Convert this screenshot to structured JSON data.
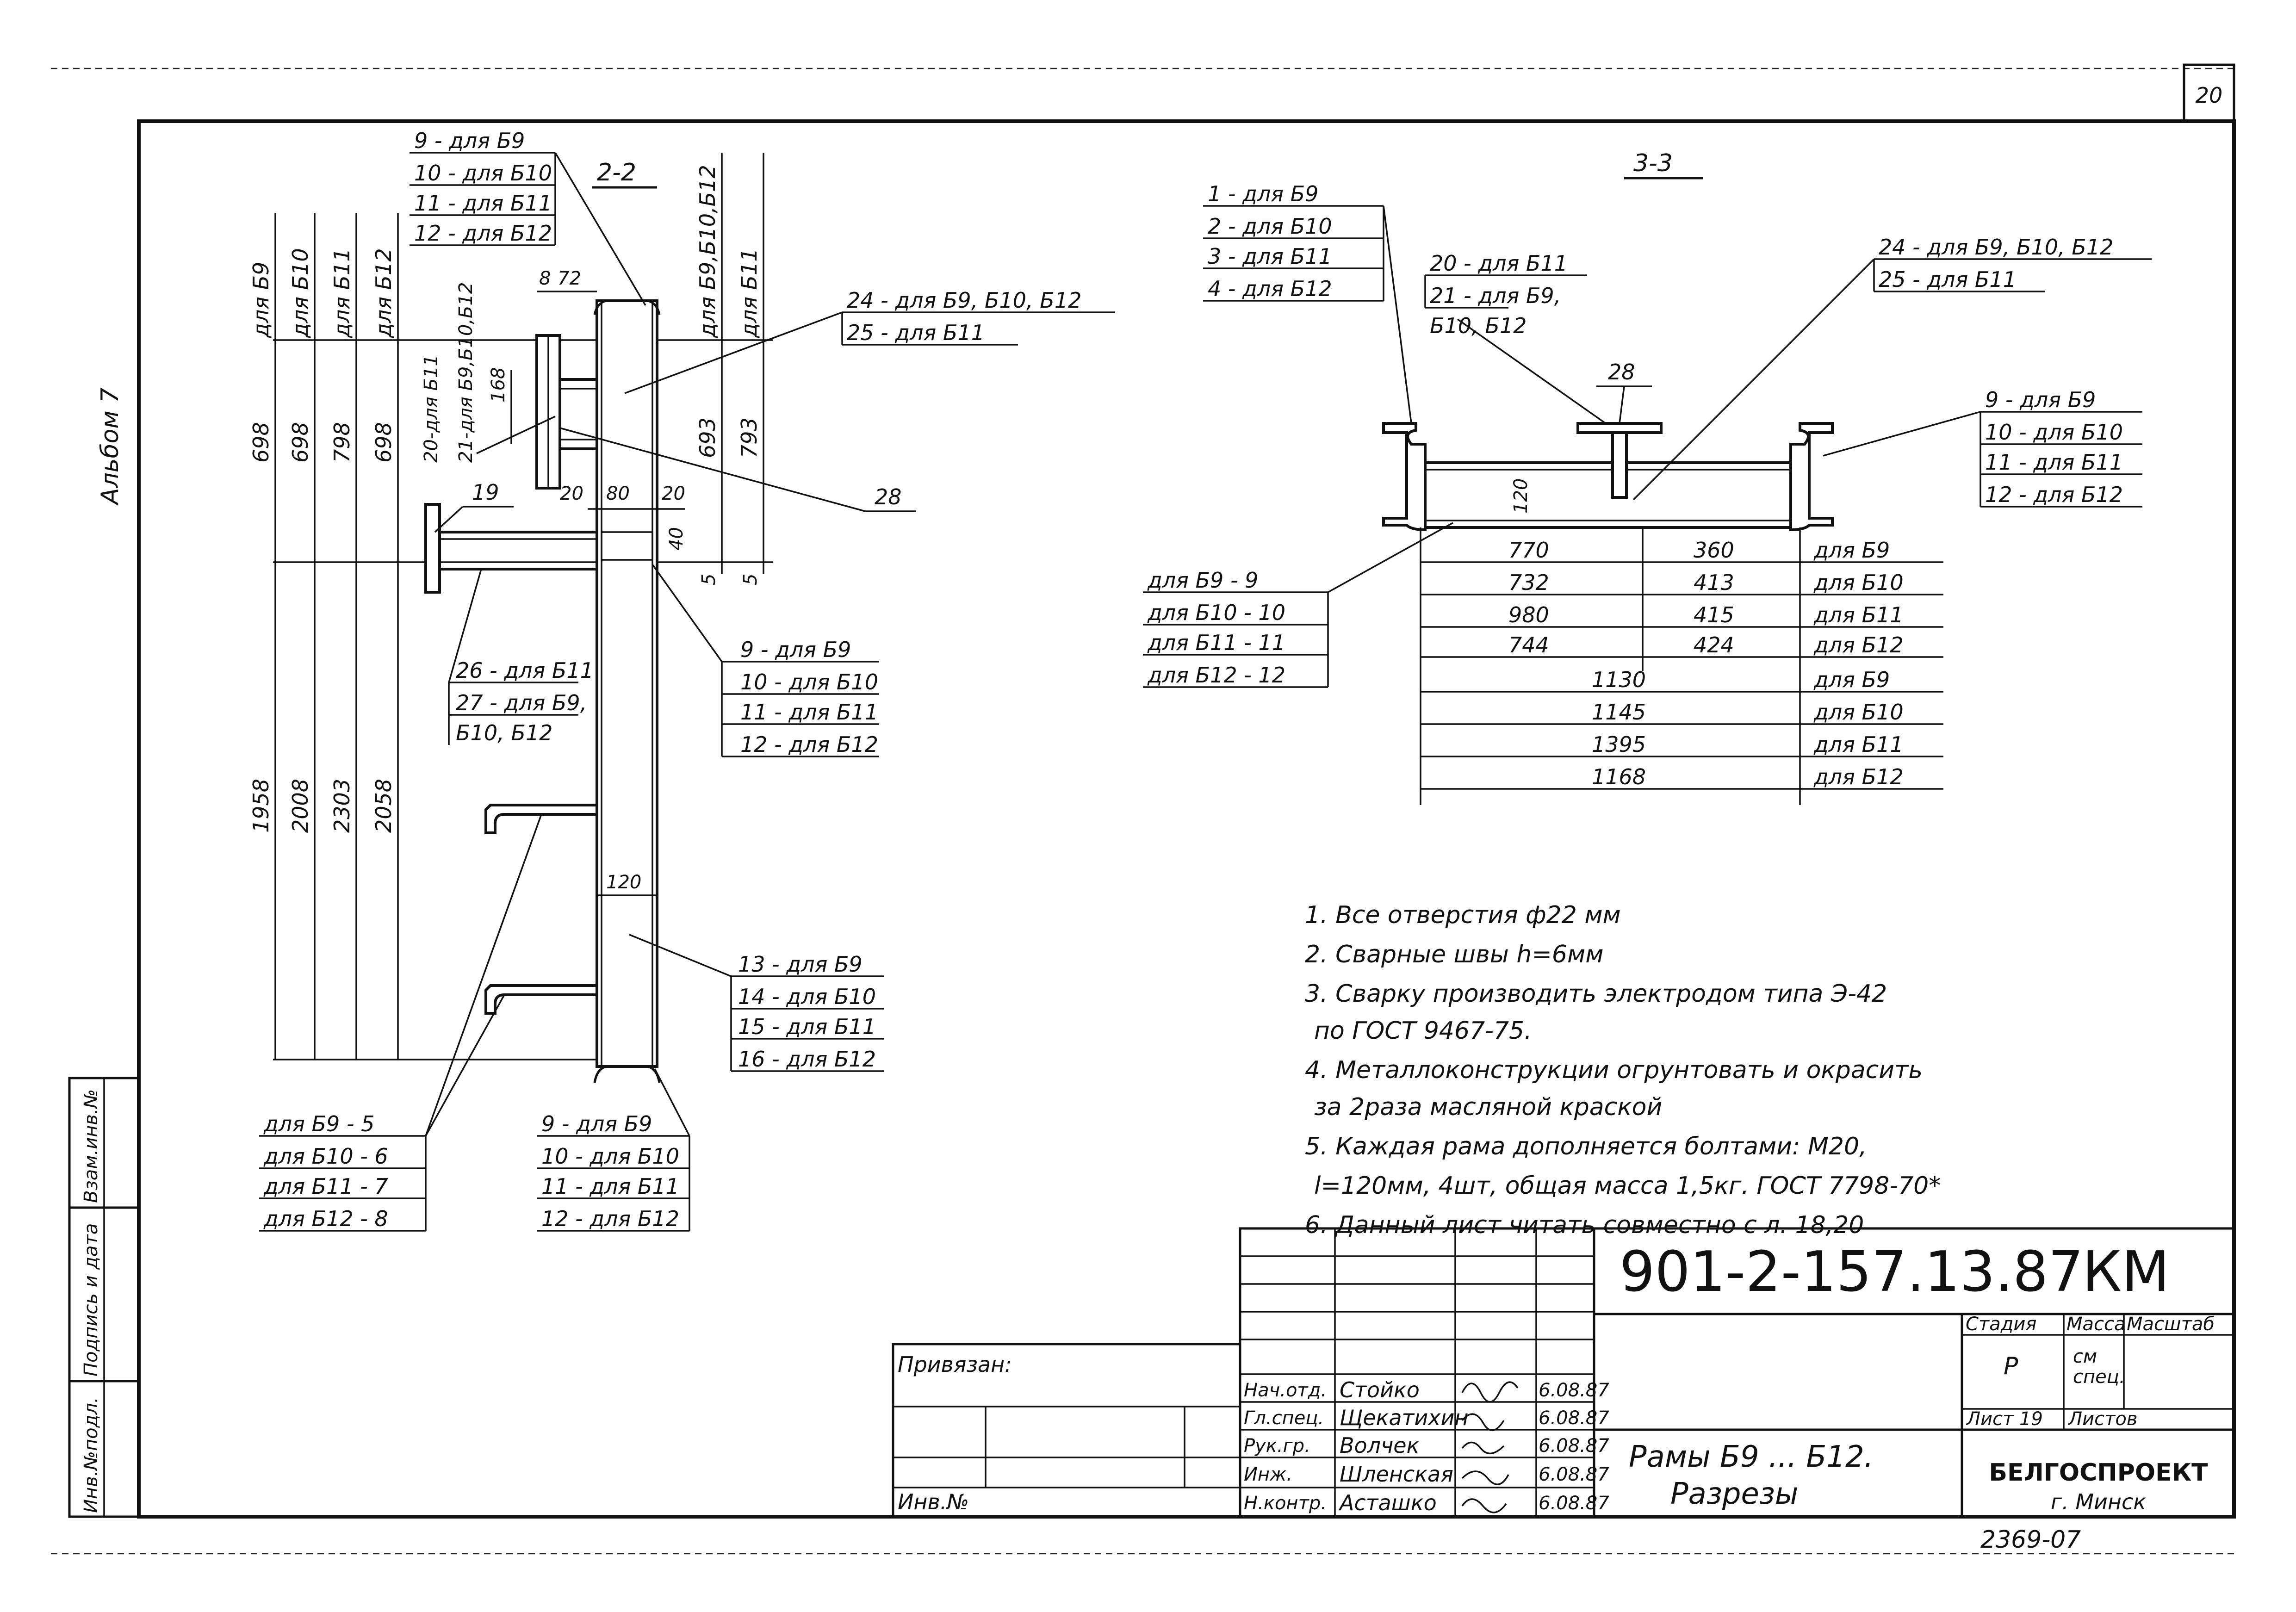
{
  "sheet": {
    "page_number": "20",
    "side_stamp": "Альбом 7",
    "drawing_code": "901-2-157.13.87",
    "mark": "КМ",
    "title_line1": "Рамы Б9 ... Б12.",
    "title_line2": "Разрезы",
    "org_name": "БЕЛГОСПРОЕКТ",
    "org_city": "г. Минск",
    "order_no": "2369-07",
    "privyazan": "Привязан:",
    "inv_no_label": "Инв.№",
    "stage_label": "Стадия",
    "stage_value": "Р",
    "mass_label": "Масса",
    "mass_value": "см\nспец.",
    "scale_label": "Масштаб",
    "list_label": "Лист 19",
    "lists_label": "Листов"
  },
  "side_column": {
    "inv_podl": "Инв.№подл.",
    "podpis_data": "Подпись и дата",
    "vzam_inv": "Взам.инв.№"
  },
  "signatures": [
    {
      "role": "Нач.отд.",
      "name": "Стойко",
      "date": "6.08.87"
    },
    {
      "role": "Гл.спец.",
      "name": "Щекатихин",
      "date": "6.08.87"
    },
    {
      "role": "Рук.гр.",
      "name": "Волчек",
      "date": "6.08.87"
    },
    {
      "role": "Инж.",
      "name": "Шленская",
      "date": "6.08.87"
    },
    {
      "role": "Н.контр.",
      "name": "Асташко",
      "date": "6.08.87"
    }
  ],
  "section_2_2": {
    "title": "2-2",
    "top_callout": [
      "9 - для Б9",
      "10 - для Б10",
      "11 - для Б11",
      "12 - для Б12"
    ],
    "right_callout_top": [
      "24 - для Б9, Б10, Б12",
      "25 - для Б11"
    ],
    "mid_callout": [
      "9 - для Б9",
      "10 - для Б10",
      "11 - для Б11",
      "12 - для Б12"
    ],
    "callout_13": [
      "13 - для Б9",
      "14 - для Б10",
      "15 - для Б11",
      "16 - для Б12"
    ],
    "bottom_callout": [
      "9 - для Б9",
      "10 - для Б10",
      "11 - для Б11",
      "12 - для Б12"
    ],
    "left_callout": [
      "для Б9 - 5",
      "для Б10 - 6",
      "для Б11 - 7",
      "для Б12 - 8"
    ],
    "callout_26": [
      "26 - для Б11",
      "27 - для Б9,",
      "Б10, Б12"
    ],
    "label_20_21": [
      "20-для Б11",
      "21-для Б9,Б10,Б12"
    ],
    "col_headers": [
      "для Б9",
      "для Б10",
      "для Б11",
      "для Б12"
    ],
    "upper_dims": [
      "698",
      "698",
      "798",
      "698"
    ],
    "lower_dims": [
      "1958",
      "2008",
      "2303",
      "2058"
    ],
    "right_headers": [
      "для Б9,Б10,Б12",
      "для Б11"
    ],
    "right_dims": [
      "693",
      "793"
    ],
    "small_dims": {
      "d8": "8",
      "d72": "72",
      "d168": "168",
      "d20a": "20",
      "d80": "80",
      "d20b": "20",
      "d40": "40",
      "d5a": "5",
      "d5b": "5",
      "d120": "120",
      "d19": "19",
      "d28": "28"
    }
  },
  "section_3_3": {
    "title": "3-3",
    "left_callout": [
      "1 - для Б9",
      "2 - для Б10",
      "3 - для Б11",
      "4 - для Б12"
    ],
    "callout_20": [
      "20 - для Б11",
      "21 - для Б9,",
      "Б10, Б12"
    ],
    "callout_24": [
      "24 - для Б9, Б10, Б12",
      "25 - для Б11"
    ],
    "right_callout": [
      "9 - для Б9",
      "10 - для Б10",
      "11 - для Б11",
      "12 - для Б12"
    ],
    "bottom_left_callout": [
      "для Б9 - 9",
      "для Б10 - 10",
      "для Б11 - 11",
      "для Б12 - 12"
    ],
    "d28": "28",
    "d120": "120",
    "dims_table_a": [
      {
        "a": "770",
        "b": "360",
        "label": "для Б9"
      },
      {
        "a": "732",
        "b": "413",
        "label": "для Б10"
      },
      {
        "a": "980",
        "b": "415",
        "label": "для Б11"
      },
      {
        "a": "744",
        "b": "424",
        "label": "для Б12"
      }
    ],
    "dims_table_b": [
      {
        "total": "1130",
        "label": "для Б9"
      },
      {
        "total": "1145",
        "label": "для Б10"
      },
      {
        "total": "1395",
        "label": "для Б11"
      },
      {
        "total": "1168",
        "label": "для Б12"
      }
    ]
  },
  "notes": [
    "1. Все отверстия ф22 мм",
    "2. Сварные швы h=6мм",
    "3. Сварку производить электродом типа Э-42",
    "по ГОСТ 9467-75.",
    "4. Металлоконструкции огрунтовать и окрасить",
    "за 2раза масляной краской",
    "5. Каждая рама дополняется болтами: М20,",
    "l=120мм, 4шт, общая масса 1,5кг. ГОСТ 7798-70*",
    "6. Данный лист читать совместно с л. 18,20"
  ]
}
